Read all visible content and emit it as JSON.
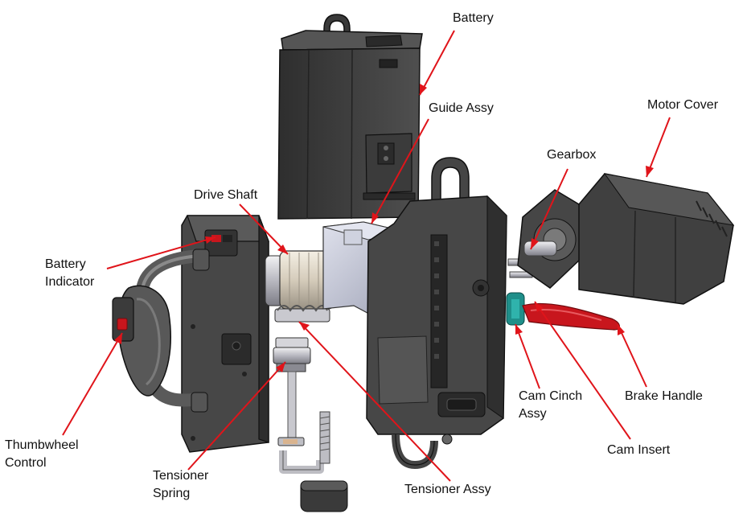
{
  "colors": {
    "leader": "#e0141a",
    "body_dark": "#3b3b3b",
    "body_mid": "#4e4e4e",
    "edge": "#1c1c1c",
    "metal": "#c8c8ce",
    "guide_block": "#b9bccd",
    "teal": "#1f8f8a",
    "brake_red": "#c8161d",
    "bronze": "#d9b48f",
    "beige_shaft": "#d8d2c6"
  },
  "labels": {
    "battery": "Battery",
    "guide_assy": "Guide Assy",
    "motor_cover": "Motor Cover",
    "gearbox": "Gearbox",
    "drive_shaft": "Drive Shaft",
    "battery_indicator_1": "Battery",
    "battery_indicator_2": "Indicator",
    "thumbwheel_1": "Thumbwheel",
    "thumbwheel_2": "Control",
    "tensioner_spring_1": "Tensioner",
    "tensioner_spring_2": "Spring",
    "tensioner_assy": "Tensioner Assy",
    "cam_cinch_1": "Cam Cinch",
    "cam_cinch_2": "Assy",
    "brake_handle": "Brake Handle",
    "cam_insert": "Cam Insert"
  }
}
